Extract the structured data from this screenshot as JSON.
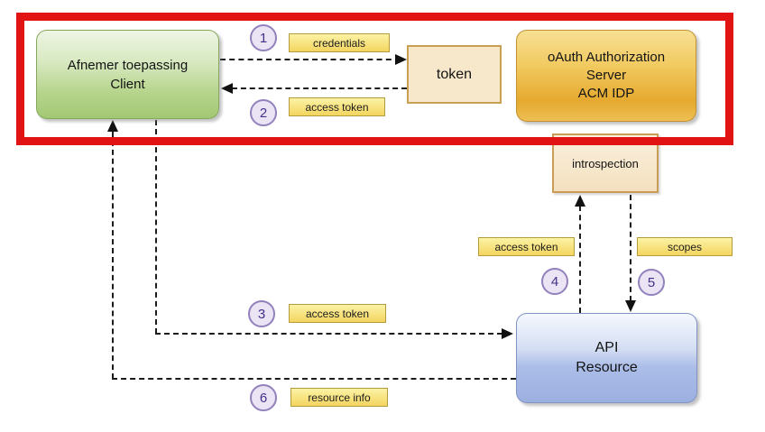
{
  "nodes": {
    "client": {
      "line1": "Afnemer toepassing",
      "line2": "Client"
    },
    "token": {
      "label": "token"
    },
    "auth_server": {
      "line1": "oAuth Authorization",
      "line2": "Server",
      "line3": "ACM IDP"
    },
    "introspection": {
      "label": "introspection"
    },
    "api_resource": {
      "line1": "API",
      "line2": "Resource"
    }
  },
  "steps": [
    {
      "num": "1",
      "label": "credentials"
    },
    {
      "num": "2",
      "label": "access token"
    },
    {
      "num": "3",
      "label": "access token"
    },
    {
      "num": "4",
      "label": "access token"
    },
    {
      "num": "5",
      "label": "scopes"
    },
    {
      "num": "6",
      "label": "resource info"
    }
  ],
  "colors": {
    "highlight_border": "#e21313",
    "client_fill": "#b7d58d",
    "auth_server_fill": "#eab23f",
    "token_fill": "#f7e8cb",
    "introspection_fill": "#f8ead1",
    "api_resource_fill": "#a9bce6",
    "message_label_fill": "#f6d968",
    "step_circle_fill": "#eae4f4",
    "step_circle_text": "#43318a",
    "connector_line": "#1c1c1c"
  }
}
